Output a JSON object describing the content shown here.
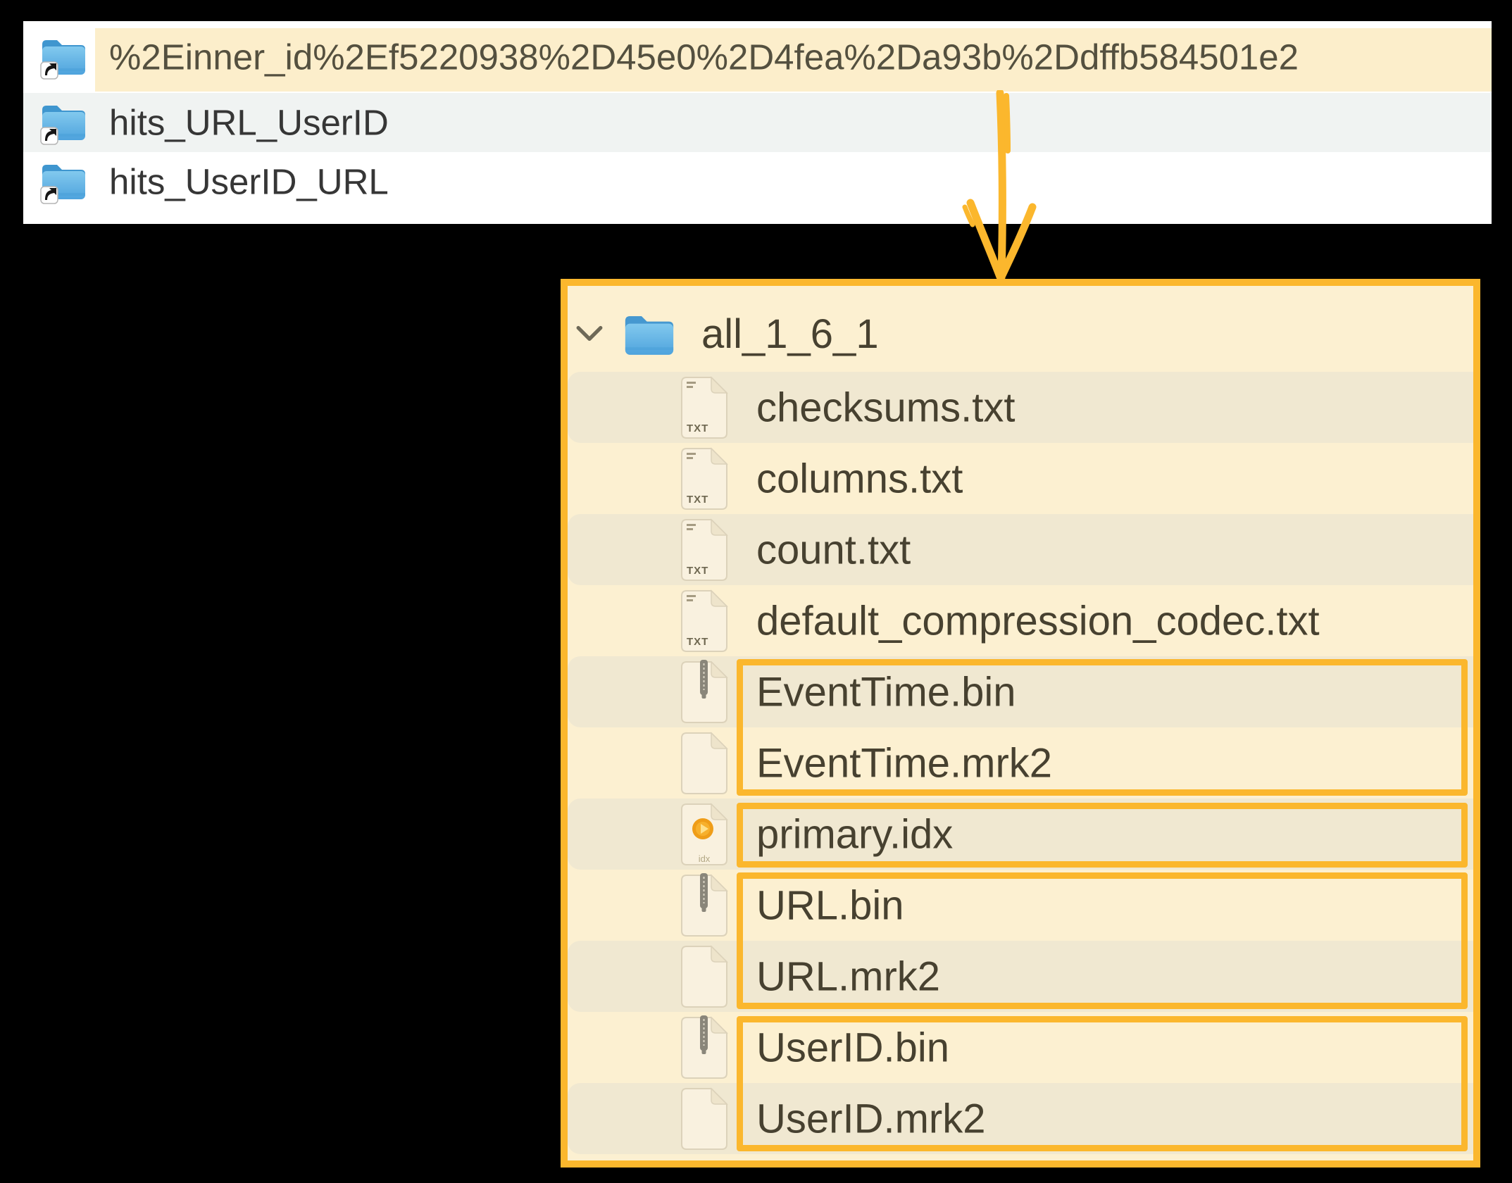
{
  "top_panel": {
    "rows": [
      {
        "name": "%2Einner_id%2Ef5220938%2D45e0%2D4fea%2Da93b%2Ddffb584501e2",
        "icon": "folder-alias-icon",
        "highlighted": true
      },
      {
        "name": "hits_URL_UserID",
        "icon": "folder-alias-icon",
        "highlighted": false
      },
      {
        "name": "hits_UserID_URL",
        "icon": "folder-alias-icon",
        "highlighted": false
      }
    ]
  },
  "tree_panel": {
    "root_folder": "all_1_6_1",
    "files": [
      {
        "name": "checksums.txt",
        "icon": "txt-file-icon"
      },
      {
        "name": "columns.txt",
        "icon": "txt-file-icon"
      },
      {
        "name": "count.txt",
        "icon": "txt-file-icon"
      },
      {
        "name": "default_compression_codec.txt",
        "icon": "txt-file-icon"
      },
      {
        "name": "EventTime.bin",
        "icon": "binary-file-icon"
      },
      {
        "name": "EventTime.mrk2",
        "icon": "blank-file-icon"
      },
      {
        "name": "primary.idx",
        "icon": "index-file-icon"
      },
      {
        "name": "URL.bin",
        "icon": "binary-file-icon"
      },
      {
        "name": "URL.mrk2",
        "icon": "blank-file-icon"
      },
      {
        "name": "UserID.bin",
        "icon": "binary-file-icon"
      },
      {
        "name": "UserID.mrk2",
        "icon": "blank-file-icon"
      }
    ]
  },
  "icons": {
    "txt_badge": "TXT",
    "idx_badge": "idx"
  },
  "colors": {
    "annotation_orange": "#fbb72d",
    "selected_row_cream": "#fceecb",
    "panel_cream": "#fcf0d1",
    "row_shade_beige": "#f0e8d1",
    "finder_alt_row_gray": "#f0f3f2",
    "folder_blue": "#58ade2",
    "background": "#000000"
  }
}
